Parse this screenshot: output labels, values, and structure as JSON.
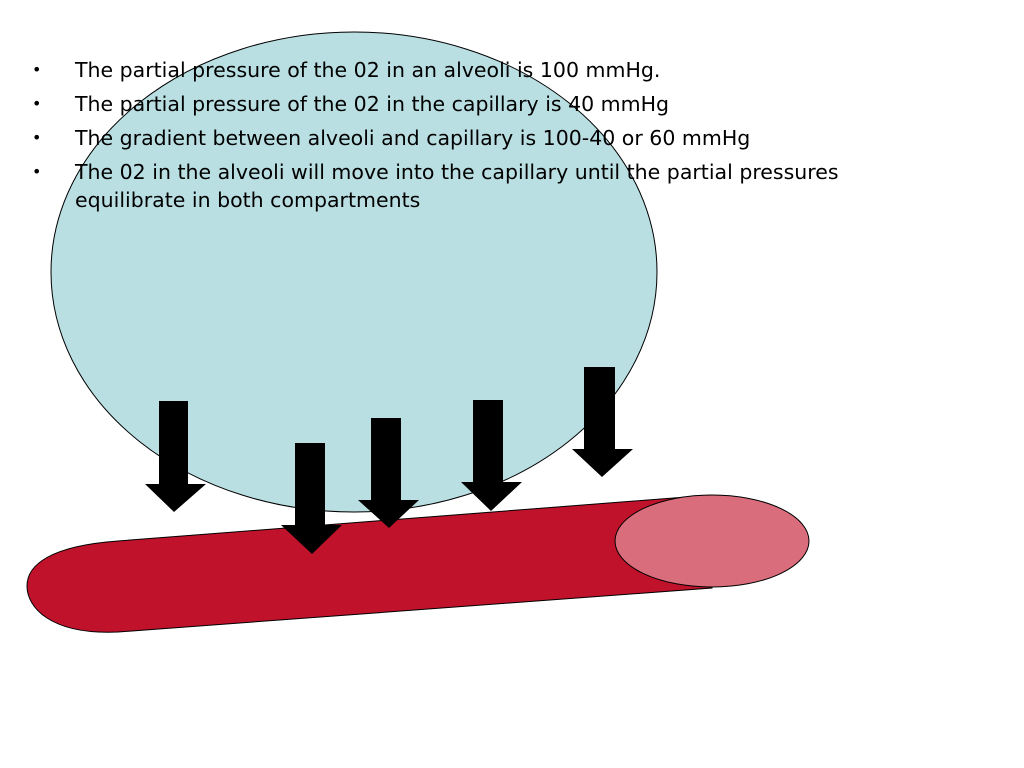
{
  "slide": {
    "background": "#ffffff",
    "bullets": [
      {
        "text": "The partial pressure of the 02 in an alveoli is 100 mmHg."
      },
      {
        "text": "The partial pressure of the 02 in the capillary is 40 mmHg"
      },
      {
        "text": "The gradient between alveoli and capillary is 100-40 or 60 mmHg"
      },
      {
        "text": "The 02 in the alveoli will move into the capillary until the partial pressures equilibrate in both compartments"
      }
    ]
  },
  "diagram": {
    "alveolus": {
      "color": "#b9dfe3",
      "outline": "#000000"
    },
    "capillary": {
      "color": "#c1122b",
      "end_color": "#d96d7b",
      "outline": "#000000"
    },
    "arrows": {
      "count": 5,
      "color": "#000000",
      "direction": "down"
    }
  }
}
